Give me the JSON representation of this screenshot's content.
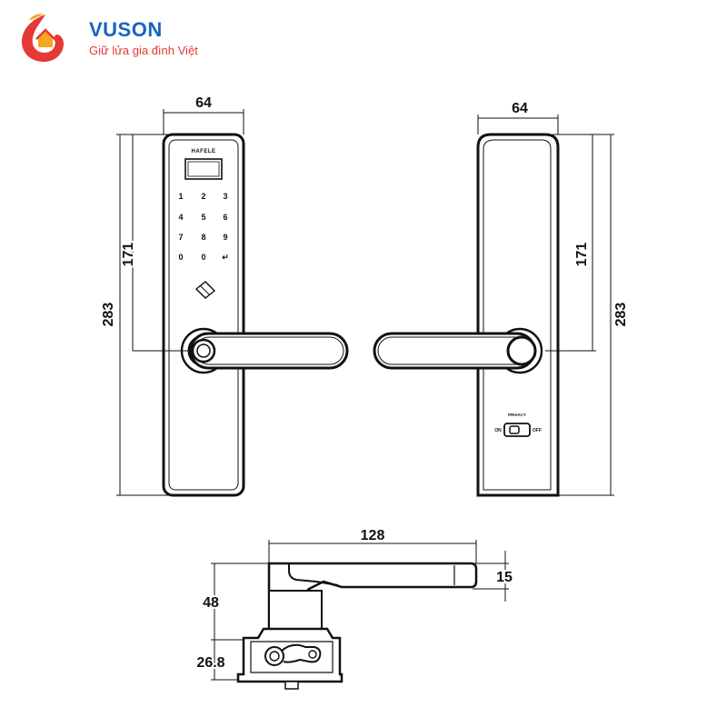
{
  "brand": {
    "name": "VUSON",
    "tagline": "Giữ lửa gia đình Việt",
    "primary_color": "#1565c0",
    "accent_color": "#e53935",
    "secondary_color": "#f5a623"
  },
  "front_view": {
    "brand_mark": "HAFELE",
    "keypad": [
      "1",
      "2",
      "3",
      "4",
      "5",
      "6",
      "7",
      "8",
      "9",
      "0",
      "0",
      "↵"
    ],
    "dim_width": "64",
    "dim_height_total": "283",
    "dim_height_handle": "171"
  },
  "back_view": {
    "switch_title": "PRIVACY",
    "switch_left": "ON",
    "switch_right": "OFF",
    "dim_width": "64",
    "dim_height_total": "283",
    "dim_height_handle": "171"
  },
  "side_view": {
    "dim_length": "128",
    "dim_thickness": "15",
    "dim_projection": "48",
    "dim_base": "26.8"
  }
}
